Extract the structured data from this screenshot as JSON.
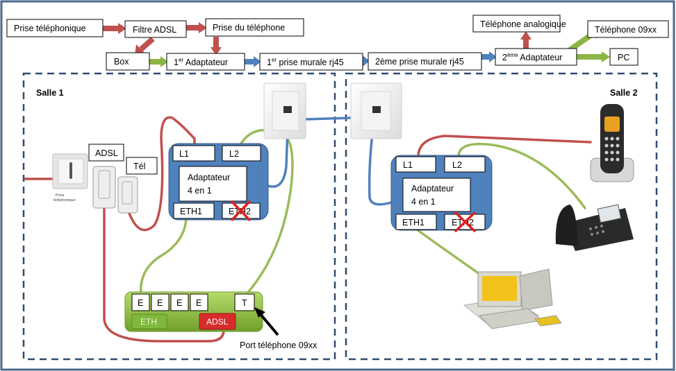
{
  "flow": {
    "prise_telephonique": "Prise téléphonique",
    "filtre_adsl": "Filtre ADSL",
    "prise_du_telephone": "Prise du téléphone",
    "box": "Box",
    "adaptateur1_num": "1",
    "adaptateur1_sup": "er",
    "adaptateur1_label": " Adaptateur",
    "prise_murale1_num": "1",
    "prise_murale1_sup": "er",
    "prise_murale1_label": " prise murale rj45",
    "prise_murale2": "2ème prise murale rj45",
    "adaptateur2_num": "2",
    "adaptateur2_sup": "ème",
    "adaptateur2_label": " Adaptateur",
    "telephone_analogique": "Téléphone analogique",
    "telephone_09xx": "Téléphone 09xx",
    "pc": "PC"
  },
  "rooms": {
    "salle1": "Salle 1",
    "salle2": "Salle 2"
  },
  "salle1": {
    "wall_socket_caption_1": "Prise",
    "wall_socket_caption_2": "téléphonique",
    "filter_adsl": "ADSL",
    "filter_tel": "Tél",
    "adapter": {
      "l1": "L1",
      "l2": "L2",
      "title_1": "Adaptateur",
      "title_2": "4 en 1",
      "eth1": "ETH1",
      "eth2": "ETH2"
    },
    "box": {
      "ports": [
        "E",
        "E",
        "E",
        "E"
      ],
      "t_port": "T",
      "eth": "ETH",
      "adsl": "ADSL"
    },
    "port_label": "Port téléphone 09xx"
  },
  "salle2": {
    "adapter": {
      "l1": "L1",
      "l2": "L2",
      "title_1": "Adaptateur",
      "title_2": "4 en 1",
      "eth1": "ETH1",
      "eth2": "ETH2"
    }
  },
  "colors": {
    "phone_line": "#c0504d",
    "ethernet_green": "#9bbb59",
    "rj45_blue": "#4f81bd",
    "adapter_fill": "#4f81bd",
    "box_fill": "#8cbf3f",
    "room_border": "#2e4b6e",
    "cross": "#e02020"
  }
}
